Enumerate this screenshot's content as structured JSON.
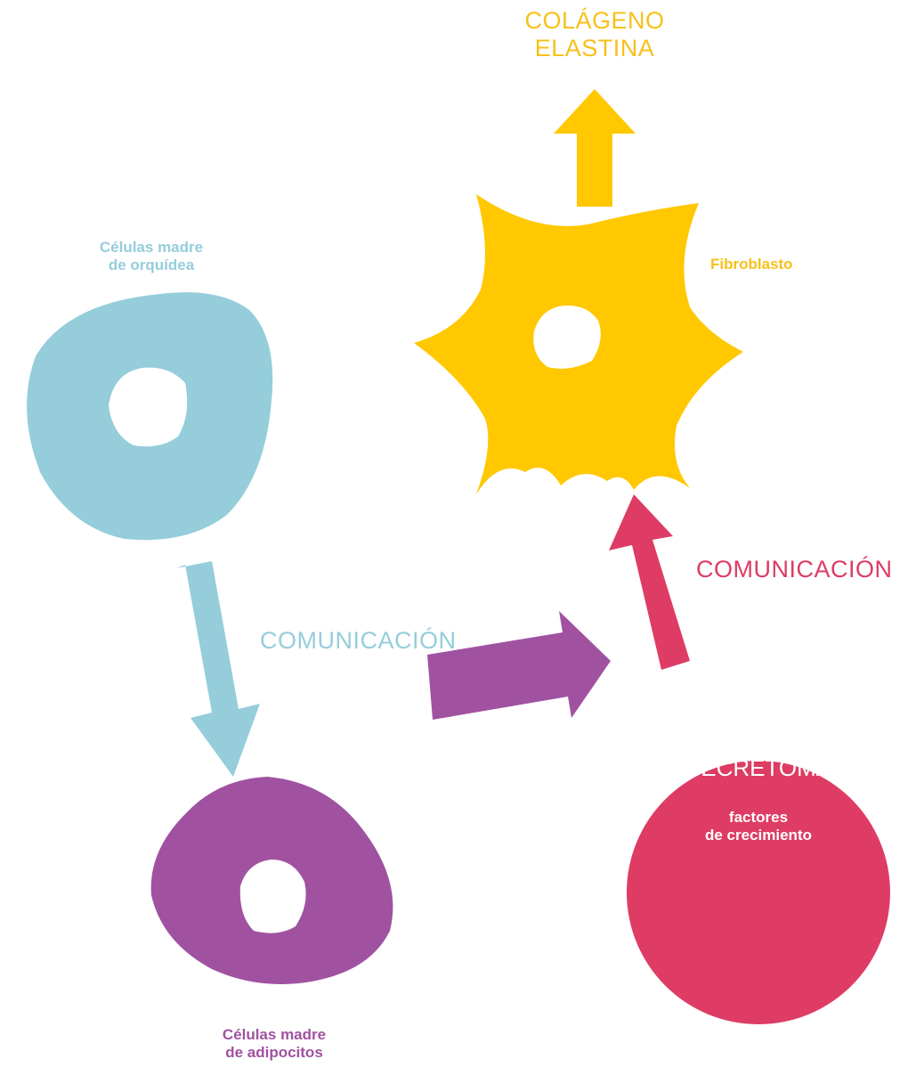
{
  "colors": {
    "orchid": "#95CDDB",
    "adipocyte": "#A052A1",
    "secretome": "#DE3C64",
    "fibroblast": "#FFC800",
    "fibroblast_text": "#F7C11B"
  },
  "labels": {
    "products": [
      "COLÁGENO",
      "ELASTINA"
    ],
    "fibroblast": "Fibroblasto",
    "orchid_cells": [
      "Células madre",
      "de orquídea"
    ],
    "communication_left": "COMUNICACIÓN",
    "communication_right": "COMUNICACIÓN",
    "secretome_title": "SECRETOMA",
    "secretome_sub": [
      "factores",
      "de crecimiento"
    ],
    "adipocyte_cells": [
      "Células madre",
      "de adipocitos"
    ]
  }
}
